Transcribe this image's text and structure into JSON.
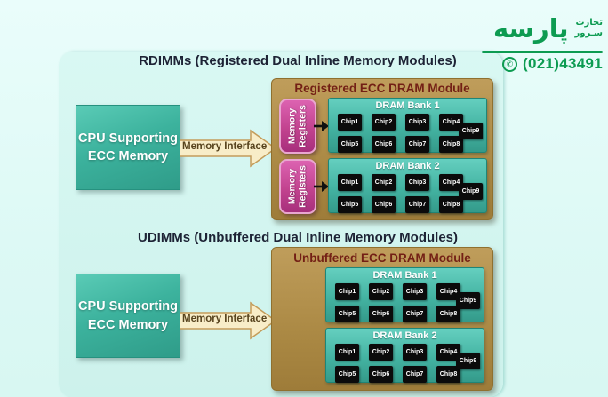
{
  "brand": {
    "name_fa": "پارسه",
    "tagline_line1": "تجارت",
    "tagline_line2": "سـرور",
    "phone": "(021)43491"
  },
  "icons": {
    "phone": "✆"
  },
  "rdimm": {
    "title": "RDIMMs (Registered Dual Inline Memory Modules)",
    "cpu": {
      "line1": "CPU Supporting",
      "line2": "ECC Memory"
    },
    "bus_label": "Memory Interface",
    "module": {
      "title": "Registered ECC DRAM Module",
      "registers": [
        {
          "line1": "Memory",
          "line2": "Registers"
        },
        {
          "line1": "Memory",
          "line2": "Registers"
        }
      ],
      "banks": [
        {
          "title": "DRAM Bank 1",
          "chips": [
            "Chip1",
            "Chip2",
            "Chip3",
            "Chip4",
            "Chip5",
            "Chip6",
            "Chip7",
            "Chip8",
            "Chip9"
          ]
        },
        {
          "title": "DRAM Bank 2",
          "chips": [
            "Chip1",
            "Chip2",
            "Chip3",
            "Chip4",
            "Chip5",
            "Chip6",
            "Chip7",
            "Chip8",
            "Chip9"
          ]
        }
      ]
    }
  },
  "udimm": {
    "title": "UDIMMs (Unbuffered  Dual Inline Memory Modules)",
    "cpu": {
      "line1": "CPU Supporting",
      "line2": "ECC Memory"
    },
    "bus_label": "Memory Interface",
    "module": {
      "title": "Unbuffered ECC DRAM Module",
      "banks": [
        {
          "title": "DRAM Bank 1",
          "chips": [
            "Chip1",
            "Chip2",
            "Chip3",
            "Chip4",
            "Chip5",
            "Chip6",
            "Chip7",
            "Chip8",
            "Chip9"
          ]
        },
        {
          "title": "DRAM Bank 2",
          "chips": [
            "Chip1",
            "Chip2",
            "Chip3",
            "Chip4",
            "Chip5",
            "Chip6",
            "Chip7",
            "Chip8",
            "Chip9"
          ]
        }
      ]
    }
  },
  "colors": {
    "brand_green": "#0d9b51",
    "background_cyan": "#ddf9f5",
    "cpu_teal": "#3cb29d",
    "module_tan": "#ab8944",
    "module_title_maroon": "#731f15",
    "bank_teal": "#44b3a2",
    "register_pink": "#c2438f",
    "chip_black": "#0b0b0b",
    "arrow_cream": "#f8edc8",
    "section_title_navy": "#1d2335"
  }
}
